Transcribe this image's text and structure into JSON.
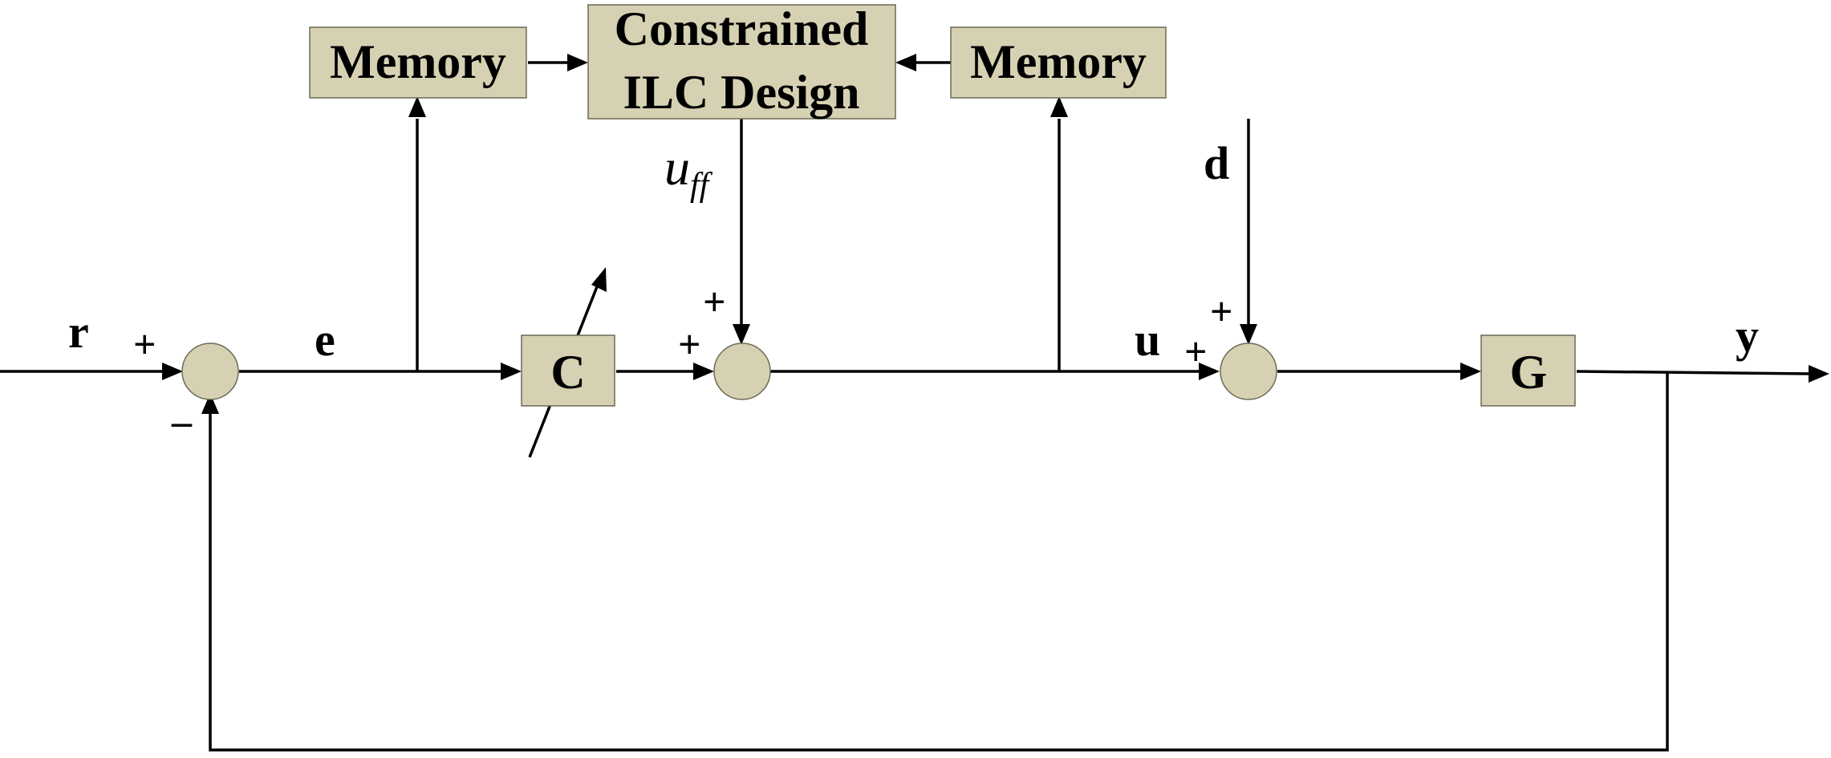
{
  "blocks": {
    "memory_left": "Memory",
    "ilc_line1": "Constrained",
    "ilc_line2": "ILC Design",
    "memory_right": "Memory",
    "controller": "C",
    "plant": "G"
  },
  "signals": {
    "reference": "r",
    "error": "e",
    "control": "u",
    "disturbance": "d",
    "output": "y",
    "feedforward_main": "u",
    "feedforward_sub": "ff"
  },
  "signs": {
    "sum1_reference": "+",
    "sum1_feedback": "–",
    "sum2_feedforward": "+",
    "sum2_controller": "+",
    "sum3_disturbance": "+",
    "sum3_control": "+"
  },
  "colors": {
    "block_fill": "#d5d1b2",
    "line": "#000000"
  }
}
